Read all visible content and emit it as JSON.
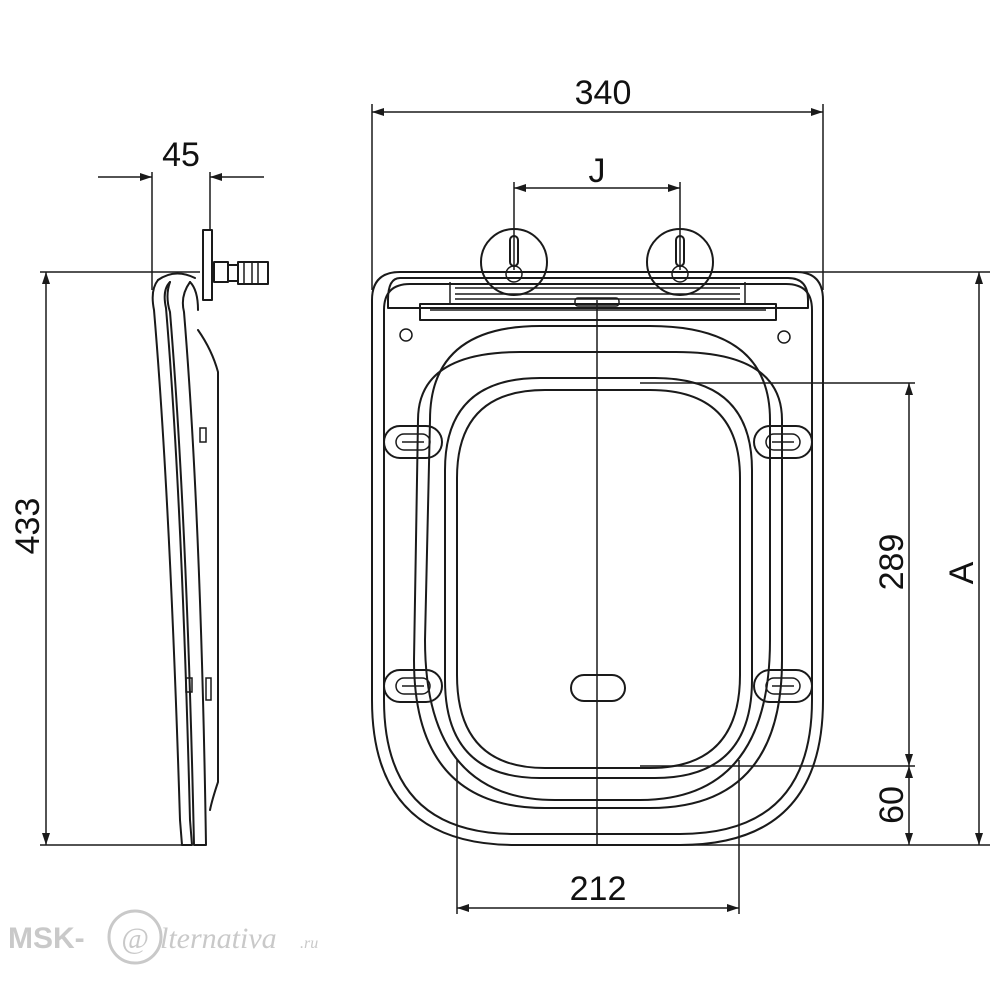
{
  "dimensions": {
    "width_total": "340",
    "height_total": "433",
    "depth_hinge": "45",
    "hinge_spacing": "J",
    "opening_length": "289",
    "front_offset": "60",
    "opening_width": "212",
    "overall_length": "A"
  },
  "watermark": {
    "prefix": "MSK-",
    "symbol": "@",
    "suffix": "lternativa",
    "tld": ".ru"
  }
}
